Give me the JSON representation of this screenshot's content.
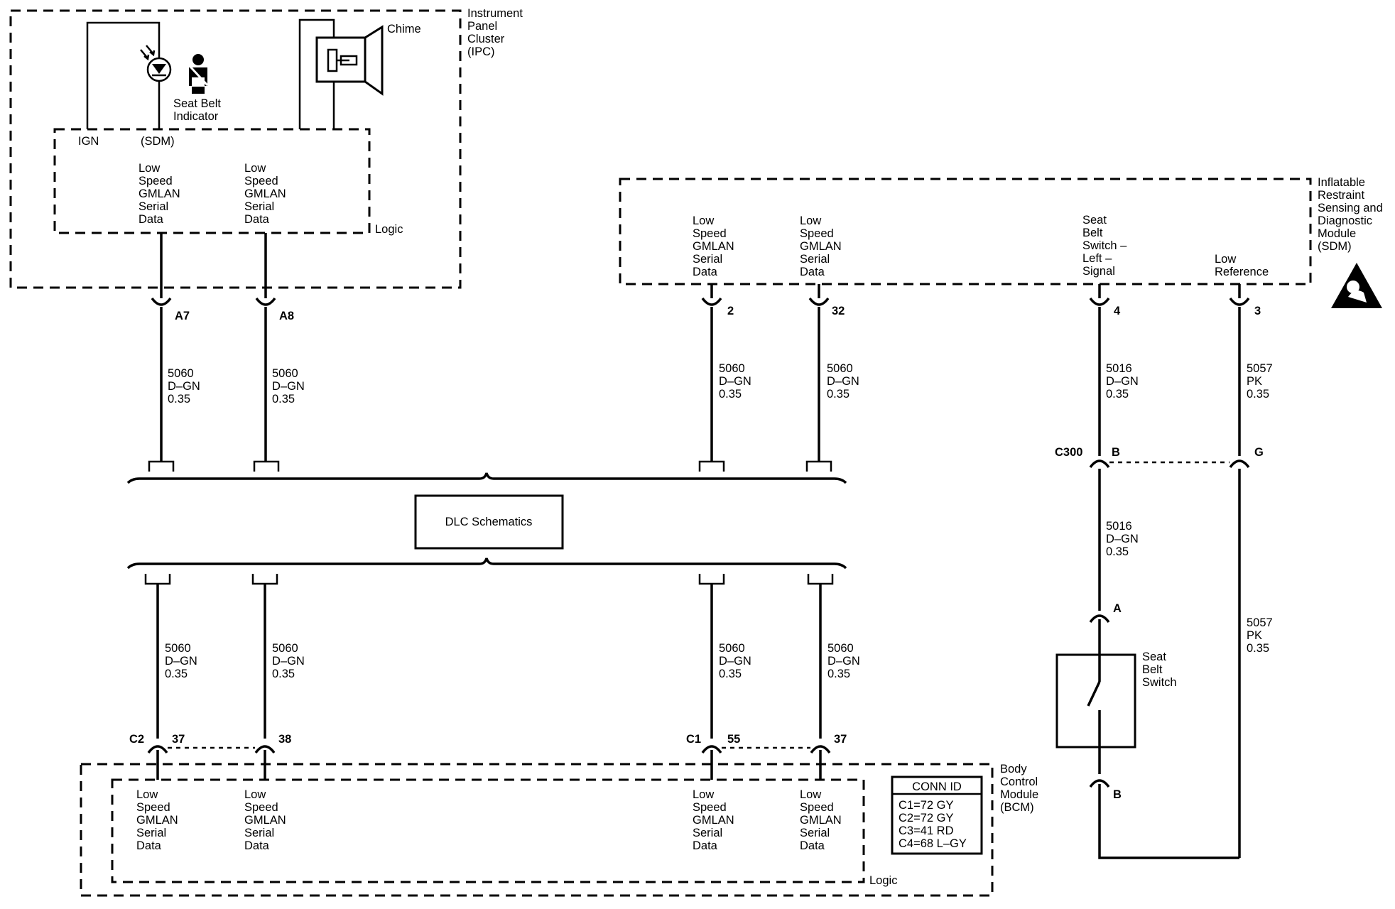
{
  "ipc": {
    "name_lines": [
      "Instrument",
      "Panel",
      "Cluster",
      "(IPC)"
    ],
    "chime": "Chime",
    "seat_belt_indicator": [
      "Seat Belt",
      "Indicator"
    ],
    "ign": "IGN",
    "sdm_tag": "(SDM)",
    "logic": "Logic",
    "data_left": [
      "Low",
      "Speed",
      "GMLAN",
      "Serial",
      "Data"
    ],
    "data_right": [
      "Low",
      "Speed",
      "GMLAN",
      "Serial",
      "Data"
    ],
    "pin_a7": "A7",
    "pin_a8": "A8"
  },
  "sdm": {
    "name_lines": [
      "Inflatable",
      "Restraint",
      "Sensing and",
      "Diagnostic",
      "Module",
      "(SDM)"
    ],
    "data_1": [
      "Low",
      "Speed",
      "GMLAN",
      "Serial",
      "Data"
    ],
    "data_2": [
      "Low",
      "Speed",
      "GMLAN",
      "Serial",
      "Data"
    ],
    "seat_belt_signal": [
      "Seat",
      "Belt",
      "Switch –",
      "Left –",
      "Signal"
    ],
    "low_reference": [
      "Low",
      "Reference"
    ],
    "pin_2": "2",
    "pin_32": "32",
    "pin_4": "4",
    "pin_3": "3"
  },
  "wires": {
    "ipc_a7": [
      "5060",
      "D–GN",
      "0.35"
    ],
    "ipc_a8": [
      "5060",
      "D–GN",
      "0.35"
    ],
    "sdm_2": [
      "5060",
      "D–GN",
      "0.35"
    ],
    "sdm_32": [
      "5060",
      "D–GN",
      "0.35"
    ],
    "sdm_4": [
      "5016",
      "D–GN",
      "0.35"
    ],
    "sdm_3": [
      "5057",
      "PK",
      "0.35"
    ],
    "c300_b": [
      "5016",
      "D–GN",
      "0.35"
    ],
    "c300_g": [
      "5057",
      "PK",
      "0.35"
    ],
    "bcm_c2_37": [
      "5060",
      "D–GN",
      "0.35"
    ],
    "bcm_c2_38": [
      "5060",
      "D–GN",
      "0.35"
    ],
    "bcm_c1_55": [
      "5060",
      "D–GN",
      "0.35"
    ],
    "bcm_c1_37": [
      "5060",
      "D–GN",
      "0.35"
    ]
  },
  "c300": {
    "name": "C300",
    "pin_b": "B",
    "pin_g": "G"
  },
  "switch": {
    "name_lines": [
      "Seat",
      "Belt",
      "Switch"
    ],
    "pin_a": "A",
    "pin_b": "B"
  },
  "dlc": {
    "label": "DLC Schematics"
  },
  "bcm": {
    "name_lines": [
      "Body",
      "Control",
      "Module",
      "(BCM)"
    ],
    "logic": "Logic",
    "c2": "C2",
    "c1": "C1",
    "pin_c2_37": "37",
    "pin_c2_38": "38",
    "pin_c1_55": "55",
    "pin_c1_37": "37",
    "data_1": [
      "Low",
      "Speed",
      "GMLAN",
      "Serial",
      "Data"
    ],
    "data_2": [
      "Low",
      "Speed",
      "GMLAN",
      "Serial",
      "Data"
    ],
    "data_3": [
      "Low",
      "Speed",
      "GMLAN",
      "Serial",
      "Data"
    ],
    "data_4": [
      "Low",
      "Speed",
      "GMLAN",
      "Serial",
      "Data"
    ]
  },
  "conn_id": {
    "title": "CONN ID",
    "rows": [
      "C1=72 GY",
      "C2=72 GY",
      "C3=41 RD",
      "C4=68 L–GY"
    ]
  }
}
